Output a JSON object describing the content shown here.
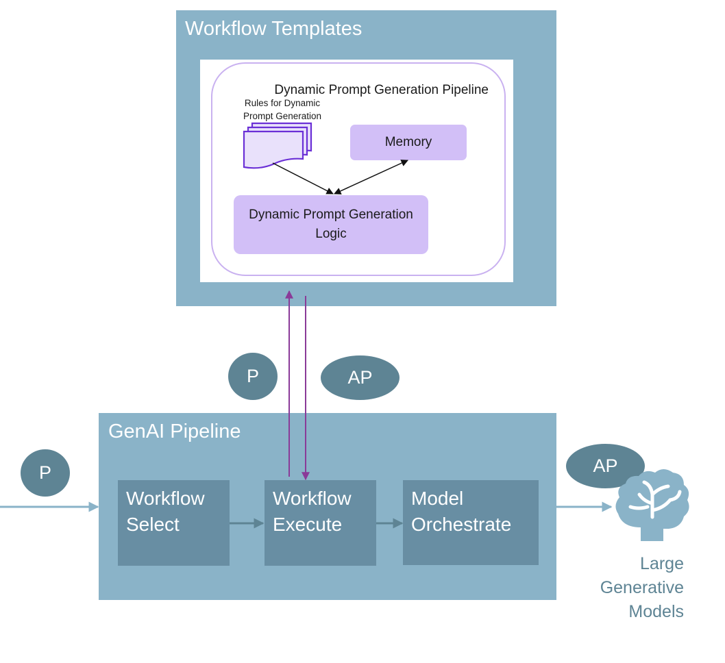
{
  "workflow_templates": {
    "title": "Workflow Templates",
    "pipeline_title": "Dynamic Prompt Generation Pipeline",
    "rules_label": "Rules for Dynamic Prompt Generation",
    "memory_label": "Memory",
    "logic_label": "Dynamic Prompt Generation Logic"
  },
  "ovals": {
    "p_mid": "P",
    "ap_mid": "AP",
    "p_left": "P",
    "ap_right": "AP"
  },
  "genai_pipeline": {
    "title": "GenAI Pipeline",
    "steps": [
      {
        "label": "Workflow Select"
      },
      {
        "label": "Workflow Execute"
      },
      {
        "label": "Model Orchestrate"
      }
    ]
  },
  "models_label": "Large Generative Models",
  "colors": {
    "container_blue": "#8ab3c8",
    "step_blue": "#688ea3",
    "oval_teal": "#5e8494",
    "lavender_box": "#d2bff7",
    "lavender_border": "#c9b1f0",
    "doc_stroke": "#6a2fd6",
    "purple_arrow": "#8a3a98",
    "pipe_arrow": "#5e8494",
    "brain_icon": "#8ab3c8"
  },
  "icons": {
    "documents": "document-stack-icon",
    "brain": "brain-icon"
  }
}
